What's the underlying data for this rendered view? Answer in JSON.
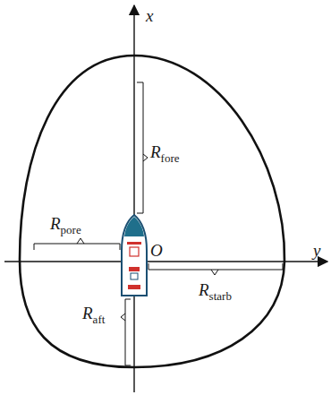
{
  "diagram": {
    "labels": [
      "x",
      "Rfore",
      "Rpore",
      "O",
      "y",
      "Rstarb",
      "Raft"
    ]
  }
}
